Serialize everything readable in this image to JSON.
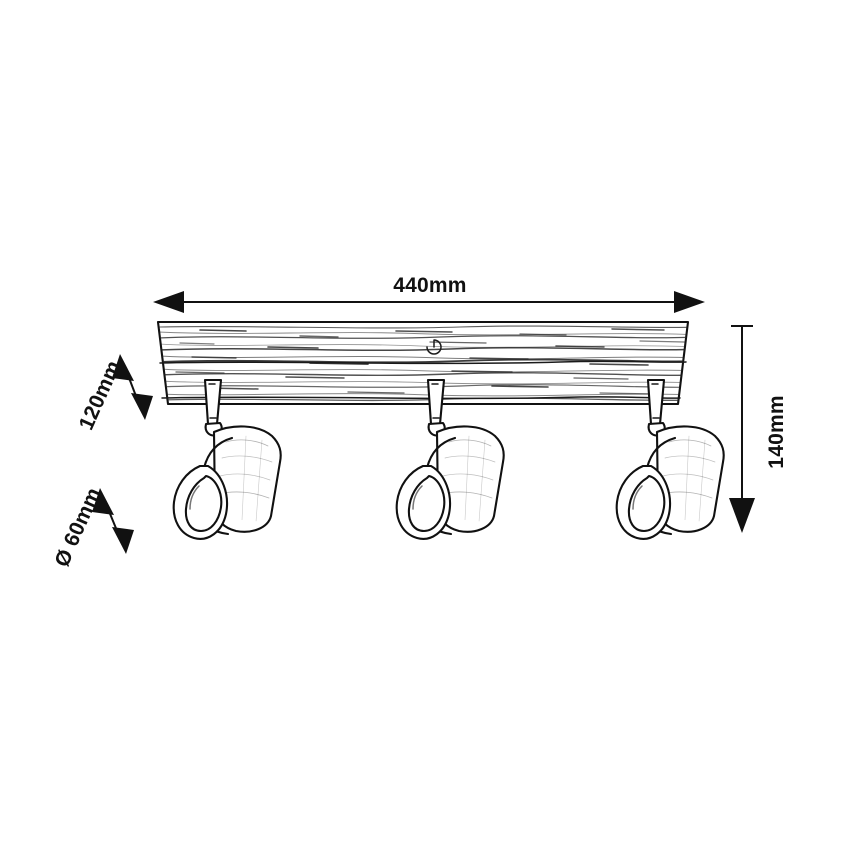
{
  "drawing": {
    "title": "Ceiling spotlight bar - dimensioned technical drawing",
    "product": "3-light wooden ceiling spot bar",
    "background_color": "#ffffff",
    "line_color": "#111111",
    "spotlight_count": 3
  },
  "dimensions": {
    "width": {
      "label": "440mm",
      "value": 440,
      "unit": "mm",
      "orientation": "horizontal",
      "arrow_style": "double",
      "position": "top",
      "measures": "overall bar length"
    },
    "depth": {
      "label": "120mm",
      "value": 120,
      "unit": "mm",
      "orientation": "diagonal",
      "arrow_style": "double",
      "position": "upper-left",
      "measures": "bar height"
    },
    "diameter": {
      "label": "Ø 60mm",
      "symbol": "Ø",
      "number": "60mm",
      "value": 60,
      "unit": "mm",
      "orientation": "diagonal",
      "arrow_style": "double",
      "position": "lower-left",
      "measures": "spotlight head diameter"
    },
    "height": {
      "label": "140mm",
      "value": 140,
      "unit": "mm",
      "orientation": "vertical",
      "arrow_style": "single-down",
      "position": "right",
      "measures": "overall drop height"
    }
  },
  "components": {
    "bar": {
      "name": "wooden mounting bar",
      "texture": "wood-grain"
    },
    "screw": {
      "name": "center screw detail"
    },
    "spotlights": [
      {
        "name": "spotlight-head-left",
        "index": 1
      },
      {
        "name": "spotlight-head-center",
        "index": 2
      },
      {
        "name": "spotlight-head-right",
        "index": 3
      }
    ]
  }
}
